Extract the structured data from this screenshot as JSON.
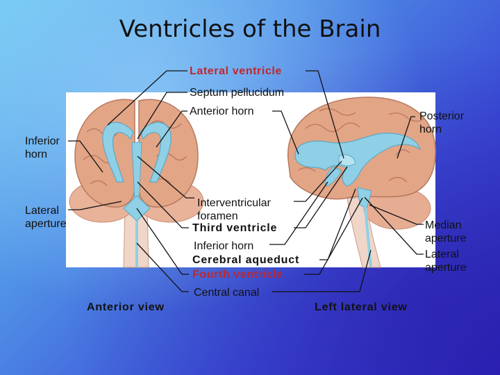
{
  "title": "Ventricles of the Brain",
  "labels": {
    "lateral_ventricle": "Lateral ventricle",
    "septum_pellucidum": "Septum pellucidum",
    "anterior_horn": "Anterior horn",
    "posterior_horn": "Posterior horn",
    "inferior_horn_left": "Inferior horn",
    "lateral_aperture_left": "Lateral aperture",
    "interventricular_foramen": "Interventricular foramen",
    "third_ventricle": "Third ventricle",
    "inferior_horn_center": "Inferior horn",
    "cerebral_aqueduct": "Cerebral aqueduct",
    "fourth_ventricle": "Fourth ventricle",
    "central_canal": "Central canal",
    "median_aperture": "Median aperture",
    "lateral_aperture_right": "Lateral aperture"
  },
  "views": {
    "anterior": "Anterior view",
    "left_lateral": "Left lateral view"
  },
  "colors": {
    "highlight_label": "#c0262c",
    "ventricle": "#8fd0e6",
    "brain_tissue": "#e2a586",
    "background_top": "#6fc8f2",
    "background_bottom": "#2a24b8"
  }
}
